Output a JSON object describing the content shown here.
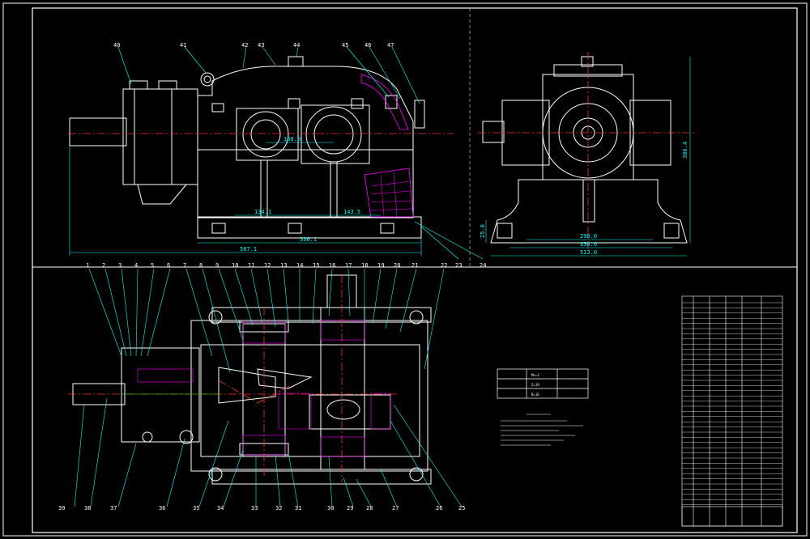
{
  "colors": {
    "background": "#000000",
    "outline": "#ffffff",
    "leader": "#00ffff",
    "centerline": "#ff3030",
    "hatch": "#ff00ff",
    "accent": "#00ff00"
  },
  "top_balloons": [
    "40",
    "41",
    "42",
    "43",
    "44",
    "45",
    "46",
    "47"
  ],
  "mid_balloons": [
    "1",
    "2",
    "3",
    "4",
    "5",
    "6",
    "7",
    "8",
    "9",
    "10",
    "11",
    "12",
    "13",
    "14",
    "15",
    "16",
    "17",
    "18",
    "19",
    "20",
    "21",
    "22",
    "23",
    "24"
  ],
  "bottom_balloons": [
    "39",
    "38",
    "37",
    "36",
    "35",
    "34",
    "33",
    "32",
    "31",
    "30",
    "29",
    "28",
    "27",
    "26",
    "25"
  ],
  "dimensions": {
    "overall_length": "567.1",
    "base_length": "336.1",
    "center_a": "134.1",
    "center_b": "143.5",
    "shaft_center": "160.0",
    "foot_width": "290.0",
    "foot_span": "350.0",
    "overall_width": "513.0",
    "height": "386.4",
    "base_height": "25.0"
  },
  "table_text": {
    "row1": "Mn=3",
    "row2": "Z=19",
    "row3": "B=16"
  }
}
